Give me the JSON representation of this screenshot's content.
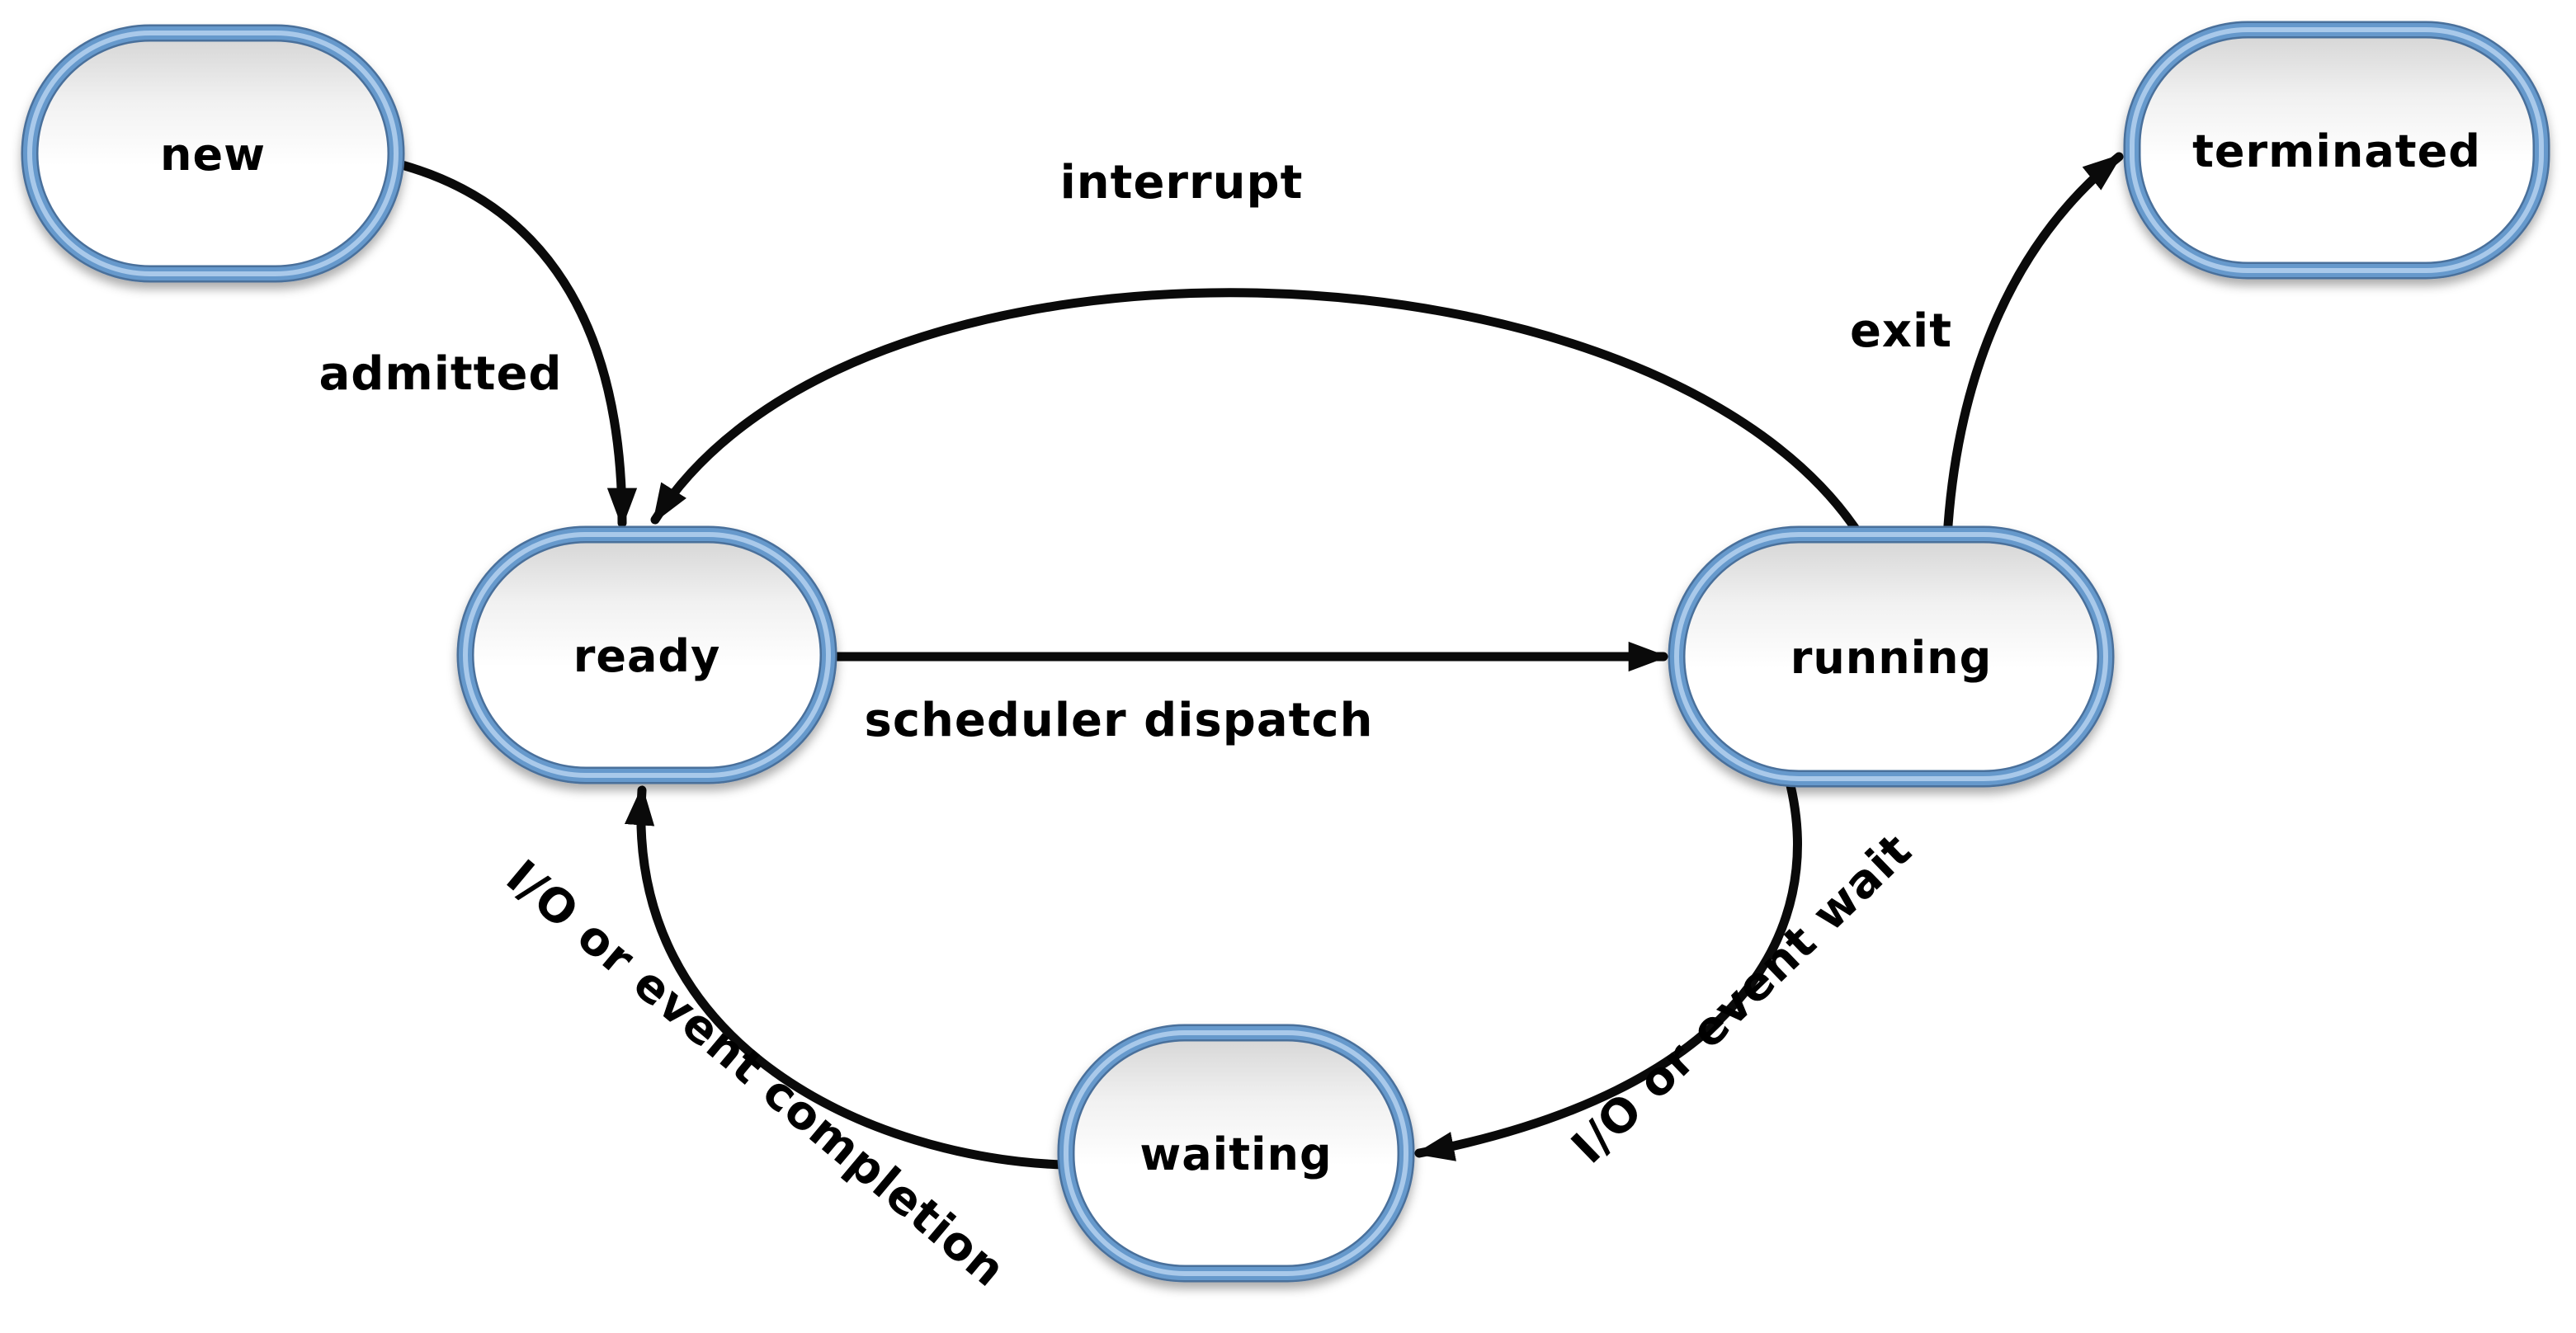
{
  "diagram": {
    "type": "state-diagram",
    "subject": "process lifecycle states",
    "states": [
      {
        "id": "new",
        "label": "new"
      },
      {
        "id": "ready",
        "label": "ready"
      },
      {
        "id": "running",
        "label": "running"
      },
      {
        "id": "waiting",
        "label": "waiting"
      },
      {
        "id": "terminated",
        "label": "terminated"
      }
    ],
    "transitions": [
      {
        "from": "new",
        "to": "ready",
        "label": "admitted"
      },
      {
        "from": "running",
        "to": "ready",
        "label": "interrupt"
      },
      {
        "from": "ready",
        "to": "running",
        "label": "scheduler dispatch"
      },
      {
        "from": "running",
        "to": "terminated",
        "label": "exit"
      },
      {
        "from": "running",
        "to": "waiting",
        "label": "I/O or event wait"
      },
      {
        "from": "waiting",
        "to": "ready",
        "label": "I/O or event completion"
      }
    ]
  },
  "colors": {
    "background": "#ffffff",
    "node_border": "#6699cc",
    "node_border_dark": "#4a6f9b",
    "node_border_highlight": "#a9c9ea",
    "node_fill_shade": "#d4d4d4",
    "node_fill": "#ffffff",
    "edge": "#0a0a0a",
    "text": "#000000"
  }
}
